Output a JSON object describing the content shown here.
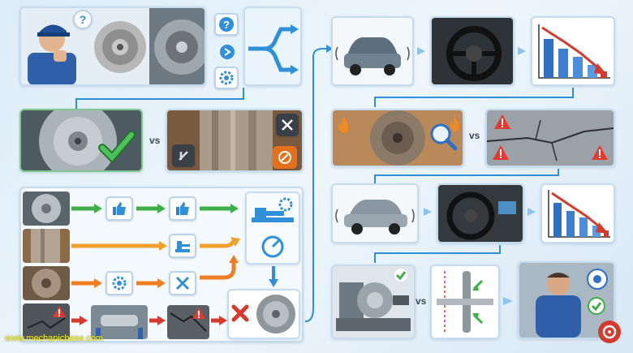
{
  "watermark": "www.mechanicbase.com",
  "labels": {
    "vs_left": "vs",
    "vs_right_top": "vs",
    "vs_right_bottom": "vs"
  },
  "colors": {
    "accent_blue": "#2f8fd8",
    "green": "#3fae49",
    "orange": "#f08a24",
    "red": "#d63a2f",
    "panel_border": "#c5dcee"
  },
  "icons": [
    "question-icon",
    "gear-icon",
    "thumbs-up-icon",
    "wrench-screwdriver-icon",
    "warning-icon",
    "check-icon",
    "x-icon",
    "magnifier-icon",
    "flame-icon",
    "lathe-icon",
    "gauge-icon",
    "brake-icon"
  ]
}
